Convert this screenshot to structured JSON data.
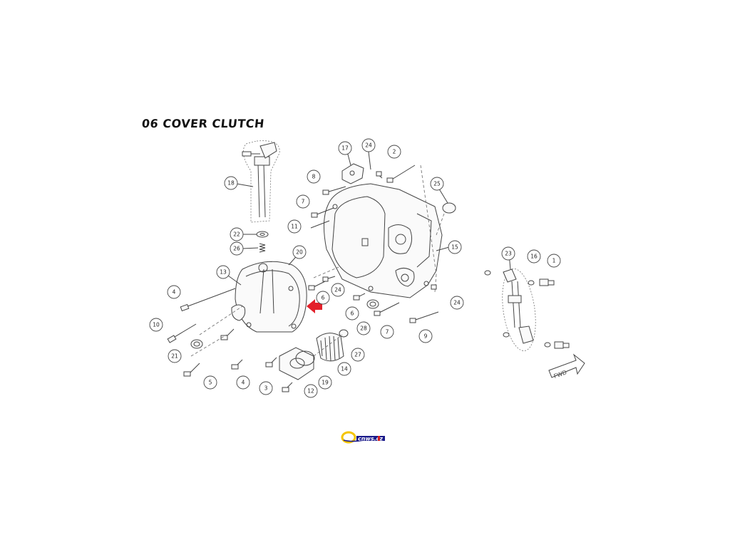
{
  "title": "06 COVER CLUTCH",
  "direction_label": "FWD",
  "logo": {
    "text": "cnws.cz",
    "colors": {
      "swoosh": "#f4c400",
      "text": "#1a1a8a",
      "accent": "#d62020"
    }
  },
  "highlight": {
    "arrow_color": "#e3202a",
    "points_to_part": "20"
  },
  "callouts": [
    {
      "id": "c18",
      "label": "18"
    },
    {
      "id": "c22",
      "label": "22"
    },
    {
      "id": "c26",
      "label": "26"
    },
    {
      "id": "c20",
      "label": "20"
    },
    {
      "id": "c13",
      "label": "13"
    },
    {
      "id": "c4a",
      "label": "4"
    },
    {
      "id": "c10",
      "label": "10"
    },
    {
      "id": "c21",
      "label": "21"
    },
    {
      "id": "c5",
      "label": "5"
    },
    {
      "id": "c4b",
      "label": "4"
    },
    {
      "id": "c3",
      "label": "3"
    },
    {
      "id": "c12",
      "label": "12"
    },
    {
      "id": "c19",
      "label": "19"
    },
    {
      "id": "c14",
      "label": "14"
    },
    {
      "id": "c27",
      "label": "27"
    },
    {
      "id": "c6a",
      "label": "6"
    },
    {
      "id": "c6b",
      "label": "6"
    },
    {
      "id": "c24a",
      "label": "24"
    },
    {
      "id": "c28",
      "label": "28"
    },
    {
      "id": "c7a",
      "label": "7"
    },
    {
      "id": "c9",
      "label": "9"
    },
    {
      "id": "c24b",
      "label": "24"
    },
    {
      "id": "c15",
      "label": "15"
    },
    {
      "id": "c11",
      "label": "11"
    },
    {
      "id": "c7b",
      "label": "7"
    },
    {
      "id": "c8",
      "label": "8"
    },
    {
      "id": "c17",
      "label": "17"
    },
    {
      "id": "c24c",
      "label": "24"
    },
    {
      "id": "c2",
      "label": "2"
    },
    {
      "id": "c25",
      "label": "25"
    },
    {
      "id": "c23",
      "label": "23"
    },
    {
      "id": "c16",
      "label": "16"
    },
    {
      "id": "c1",
      "label": "1"
    }
  ]
}
